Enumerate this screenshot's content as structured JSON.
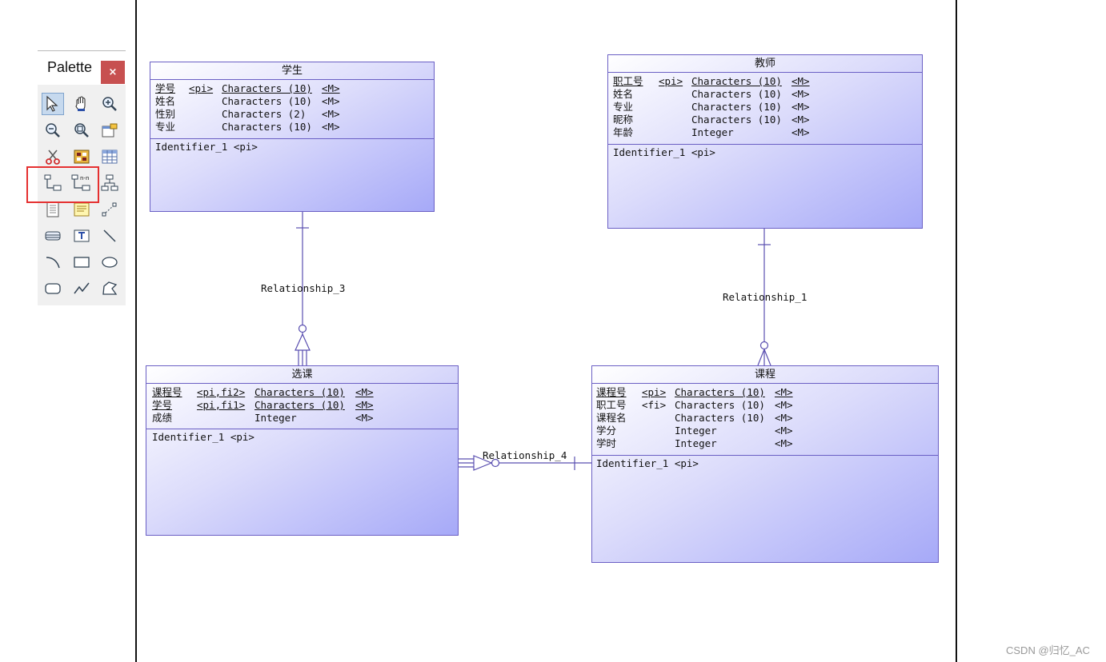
{
  "palette": {
    "title": "Palette",
    "close": "×",
    "tools": [
      "pointer-icon",
      "hand-icon",
      "zoom-in-icon",
      "zoom-out-icon",
      "zoom-fit-icon",
      "properties-icon",
      "cut-icon",
      "entity-icon",
      "table-icon",
      "relationship-icon",
      "n-n-relationship-icon",
      "inheritance-icon",
      "file-icon",
      "note-icon",
      "link-icon",
      "package-icon",
      "text-icon",
      "line-icon",
      "arc-icon",
      "rectangle-icon",
      "ellipse-icon",
      "rounded-rectangle-icon",
      "polyline-icon",
      "polygon-icon"
    ],
    "n_n_label": "n-n"
  },
  "entities": {
    "student": {
      "title": "学生",
      "attributes": [
        {
          "name": "学号",
          "key": "<pi>",
          "type": "Characters (10)",
          "m": "<M>"
        },
        {
          "name": "姓名",
          "key": "",
          "type": "Characters (10)",
          "m": "<M>"
        },
        {
          "name": "性别",
          "key": "",
          "type": "Characters (2)",
          "m": "<M>"
        },
        {
          "name": "专业",
          "key": "",
          "type": "Characters (10)",
          "m": "<M>"
        }
      ],
      "identifier": "Identifier_1  <pi>"
    },
    "teacher": {
      "title": "教师",
      "attributes": [
        {
          "name": "职工号",
          "key": "<pi>",
          "type": "Characters (10)",
          "m": "<M>"
        },
        {
          "name": "姓名",
          "key": "",
          "type": "Characters (10)",
          "m": "<M>"
        },
        {
          "name": "专业",
          "key": "",
          "type": "Characters (10)",
          "m": "<M>"
        },
        {
          "name": "昵称",
          "key": "",
          "type": "Characters (10)",
          "m": "<M>"
        },
        {
          "name": "年龄",
          "key": "",
          "type": "Integer",
          "m": "<M>"
        }
      ],
      "identifier": "Identifier_1  <pi>"
    },
    "enrollment": {
      "title": "选课",
      "attributes": [
        {
          "name": "课程号",
          "key": "<pi,fi2>",
          "type": "Characters (10)",
          "m": "<M>"
        },
        {
          "name": "学号",
          "key": "<pi,fi1>",
          "type": "Characters (10)",
          "m": "<M>"
        },
        {
          "name": "成绩",
          "key": "",
          "type": "Integer",
          "m": "<M>"
        }
      ],
      "identifier": "Identifier_1  <pi>"
    },
    "course": {
      "title": "课程",
      "attributes": [
        {
          "name": "课程号",
          "key": "<pi>",
          "type": "Characters (10)",
          "m": "<M>"
        },
        {
          "name": "职工号",
          "key": "<fi>",
          "type": "Characters (10)",
          "m": "<M>"
        },
        {
          "name": "课程名",
          "key": "",
          "type": "Characters (10)",
          "m": "<M>"
        },
        {
          "name": "学分",
          "key": "",
          "type": "Integer",
          "m": "<M>"
        },
        {
          "name": "学时",
          "key": "",
          "type": "Integer",
          "m": "<M>"
        }
      ],
      "identifier": "Identifier_1  <pi>"
    }
  },
  "relationships": {
    "rel3": "Relationship_3",
    "rel1": "Relationship_1",
    "rel4": "Relationship_4"
  },
  "colors": {
    "entity_border": "#6a5fc4",
    "line": "#5a4fb0",
    "highlight": "#e53030"
  },
  "watermark": "CSDN @归忆_AC"
}
